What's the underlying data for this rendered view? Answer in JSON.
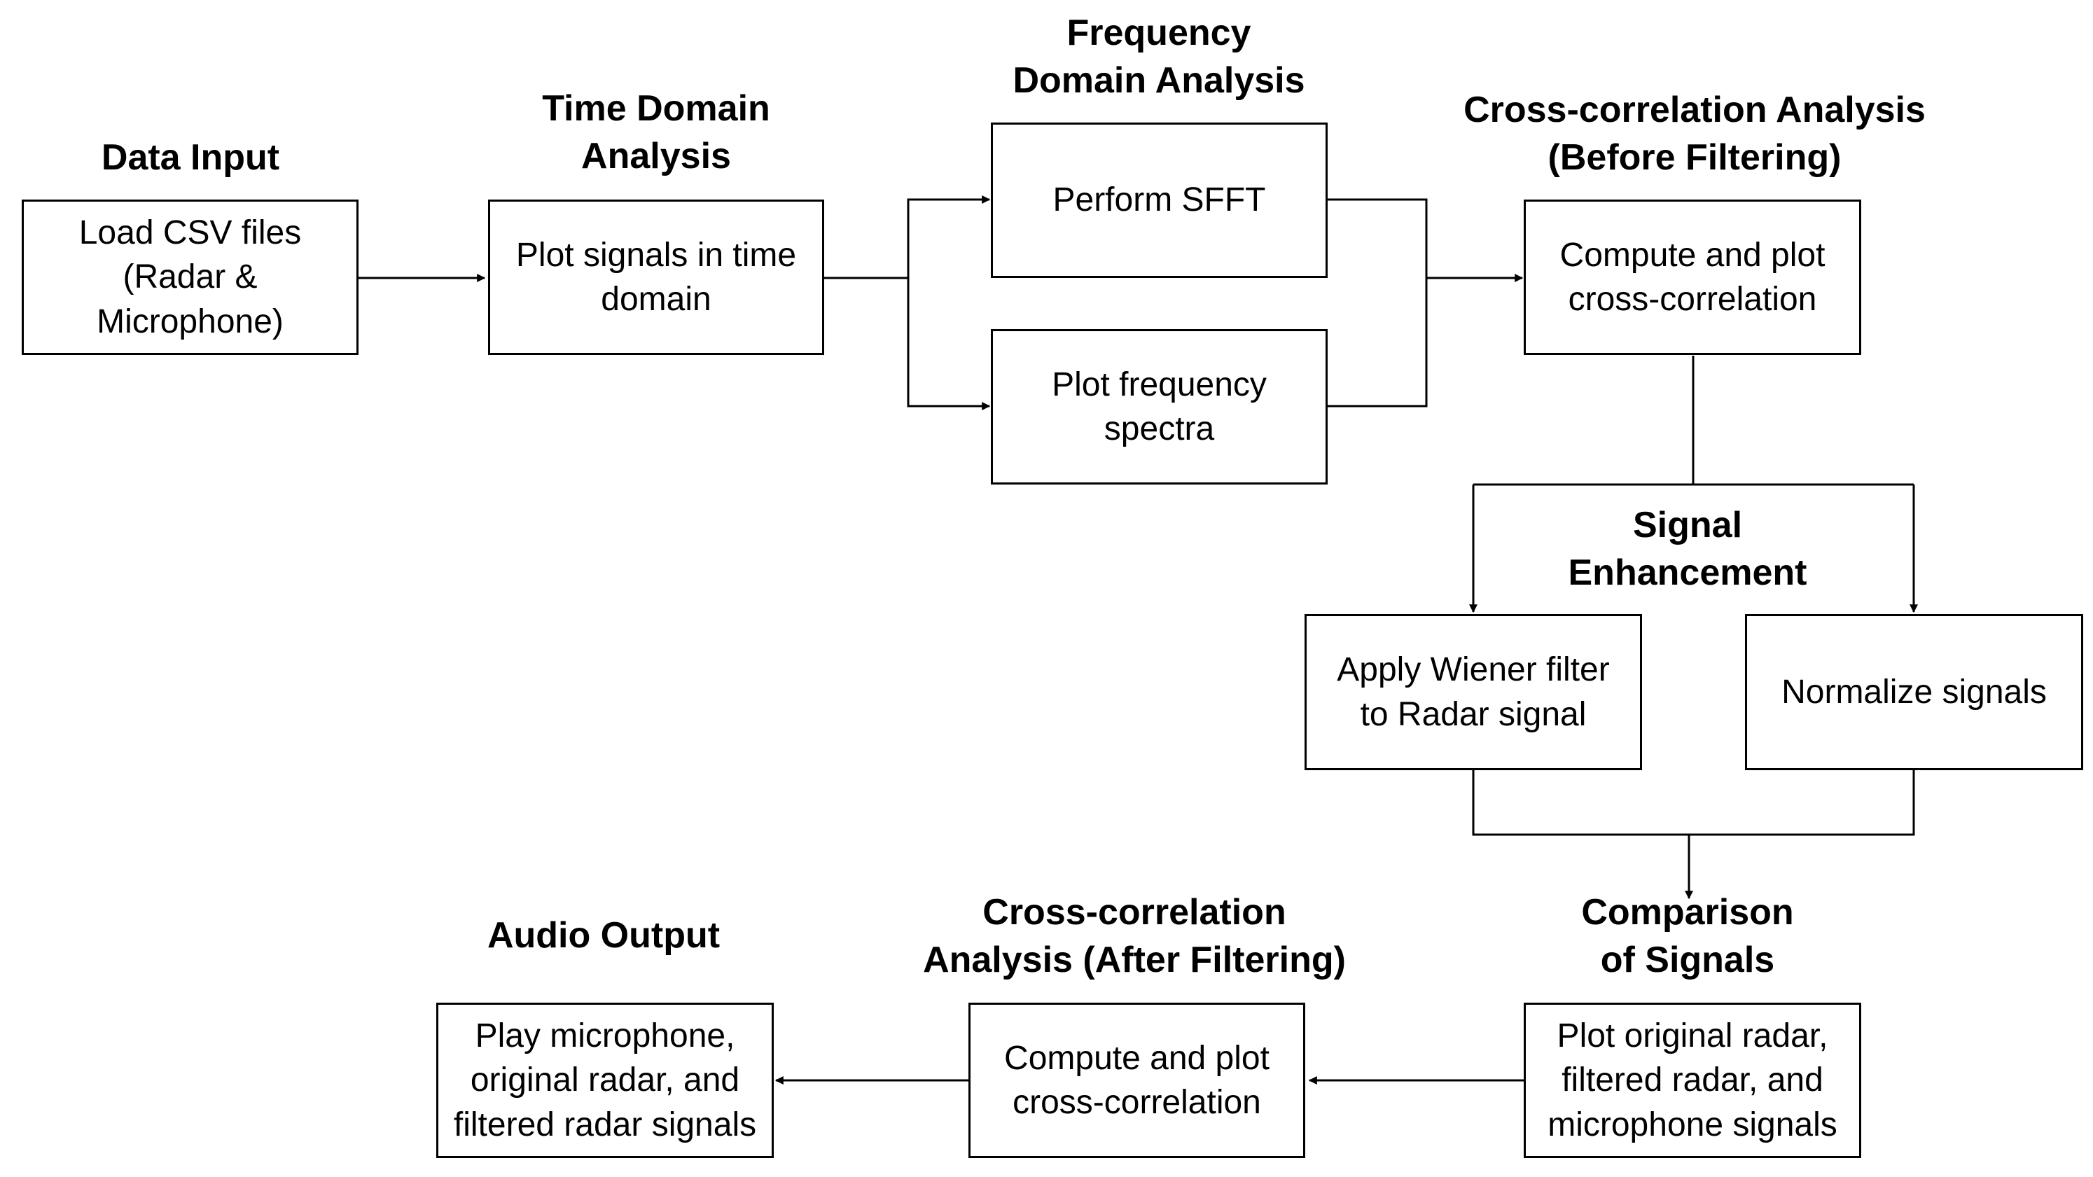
{
  "diagram": {
    "stages": {
      "data_input": {
        "title": "Data Input",
        "box": "Load CSV files\n(Radar &\nMicrophone)"
      },
      "time_domain": {
        "title": "Time Domain\nAnalysis",
        "box": "Plot signals in time\ndomain"
      },
      "frequency_domain": {
        "title": "Frequency\nDomain Analysis",
        "box_sfft": "Perform SFFT",
        "box_spectra": "Plot frequency\nspectra"
      },
      "cross_before": {
        "title": "Cross-correlation Analysis\n(Before Filtering)",
        "box": "Compute and plot\ncross-correlation"
      },
      "signal_enhancement": {
        "title": "Signal\nEnhancement",
        "box_wiener": "Apply Wiener filter\nto Radar signal",
        "box_normalize": "Normalize signals"
      },
      "comparison": {
        "title": "Comparison\nof Signals",
        "box": "Plot original radar,\nfiltered radar, and\nmicrophone signals"
      },
      "cross_after": {
        "title": "Cross-correlation\nAnalysis (After Filtering)",
        "box": "Compute and plot\ncross-correlation"
      },
      "audio_output": {
        "title": "Audio Output",
        "box": "Play microphone,\noriginal radar, and\nfiltered radar signals"
      }
    }
  }
}
